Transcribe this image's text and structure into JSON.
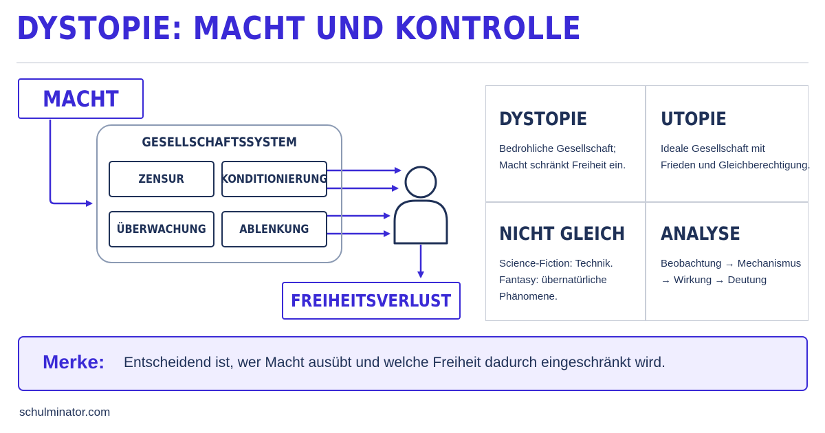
{
  "title": "DYSTOPIE: MACHT UND KONTROLLE",
  "diagram": {
    "source": "MACHT",
    "system_label": "GESELLSCHAFTSSYSTEM",
    "mechanisms": [
      "ZENSUR",
      "KONDITIONIERUNG",
      "ÜBERWACHUNG",
      "ABLENKUNG"
    ],
    "person_icon": "person-icon",
    "result": "FREIHEITSVERLUST"
  },
  "grid": [
    {
      "title": "DYSTOPIE",
      "text": [
        "Bedrohliche Gesellschaft;",
        "Macht schränkt Freiheit ein."
      ]
    },
    {
      "title": "UTOPIE",
      "text": [
        "Ideale Gesellschaft mit",
        "Frieden und Gleichberechtigung."
      ]
    },
    {
      "title": "NICHT GLEICH",
      "text": [
        "Science-Fiction: Technik.",
        "Fantasy: übernatürliche",
        "Phänomene."
      ]
    },
    {
      "title": "ANALYSE",
      "text": [
        "Beobachtung → Mechanismus",
        "→ Wirkung → Deutung"
      ]
    }
  ],
  "merke": {
    "label": "Merke:",
    "text": "Entscheidend ist, wer Macht ausübt und welche Freiheit dadurch eingeschränkt wird."
  },
  "footer": "schulminator.com",
  "colors": {
    "accent": "#3a2ad6",
    "navy": "#1f3157",
    "note_bg": "#f0eeff",
    "border_gray": "#c9ced8"
  }
}
